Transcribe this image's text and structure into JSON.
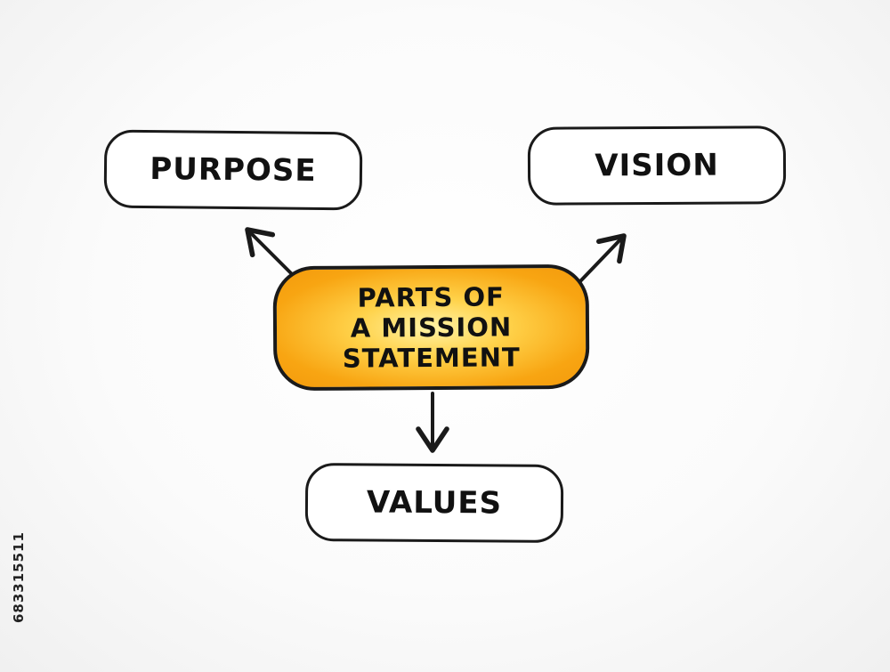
{
  "diagram": {
    "center": {
      "lines": [
        "PARTS OF",
        "A MISSION",
        "STATEMENT"
      ]
    },
    "nodes": {
      "purpose": "PURPOSE",
      "vision": "VISION",
      "values": "VALUES"
    }
  },
  "watermark_id": "683315511",
  "colors": {
    "center_fill": "#f8a512",
    "center_highlight": "#fff3a6",
    "stroke": "#1a1a1a",
    "box_fill": "#ffffff"
  }
}
